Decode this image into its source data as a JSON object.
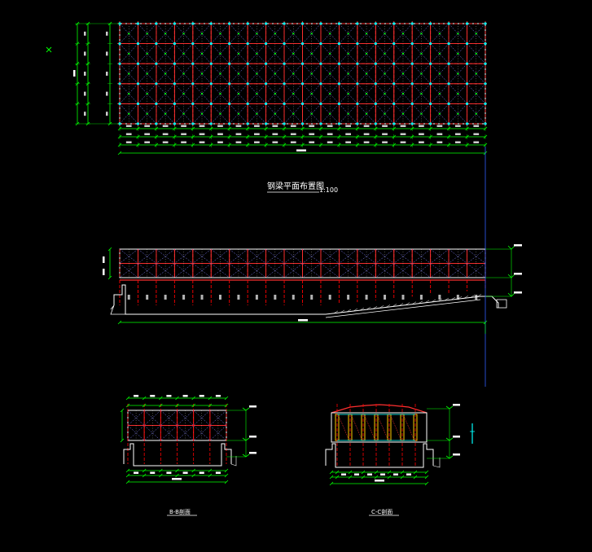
{
  "drawing": {
    "plan_title": "钢梁平面布置图",
    "plan_scale": "1:100",
    "section_b_title": "B-B剖面",
    "section_c_title": "C-C剖面"
  },
  "colors": {
    "background": "#000000",
    "steel": "#ff3030",
    "grid": "#00ff00",
    "column": "#ff0000",
    "node": "#00ffff",
    "frame": "#ffffff",
    "hatch": "#8080ff",
    "truss_yellow": "#ffcc00",
    "guide_blue": "#3060ff"
  },
  "icons": [
    "cross-marker-icon"
  ]
}
